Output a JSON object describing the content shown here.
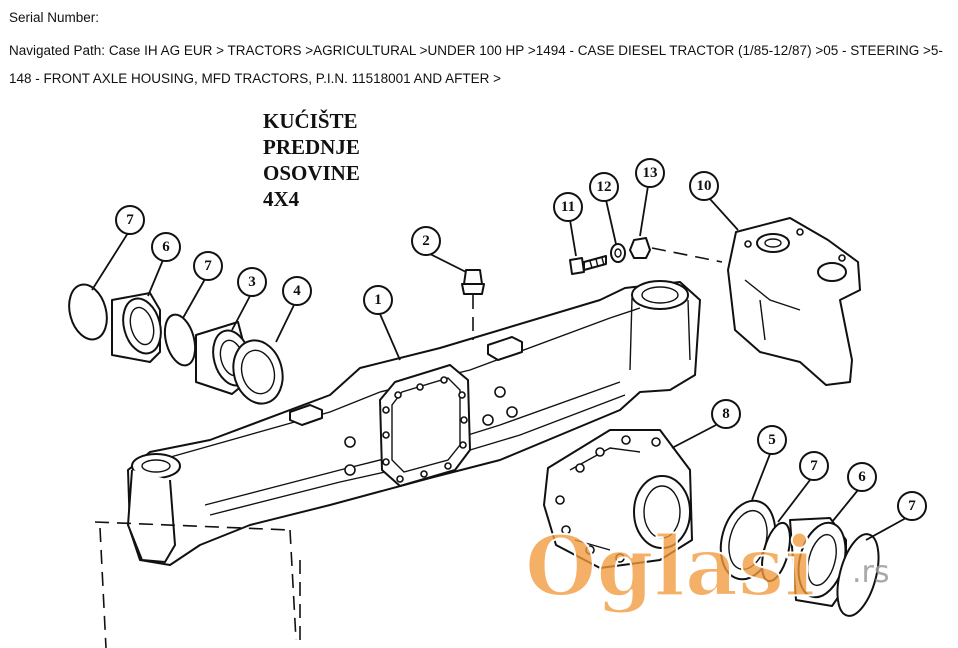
{
  "header": {
    "serial_number": "Serial Number:",
    "navigated_path": "Navigated Path: Case IH AG EUR > TRACTORS >AGRICULTURAL >UNDER 100 HP >1494 - CASE DIESEL TRACTOR (1/85-12/87) >05 - STEERING >5-148 - FRONT AXLE HOUSING, MFD TRACTORS, P.I.N. 11518001 AND AFTER >"
  },
  "diagram": {
    "title": "KUĆIŠTE\nPREDNJE\nOSOVINE\n4X4",
    "callouts": [
      "7",
      "6",
      "7",
      "3",
      "4",
      "2",
      "1",
      "11",
      "12",
      "13",
      "10",
      "8",
      "5",
      "7",
      "6",
      "7"
    ]
  },
  "watermark": {
    "brand": "Oglasi",
    "tld": ".rs",
    "color": "#f29a3c"
  }
}
